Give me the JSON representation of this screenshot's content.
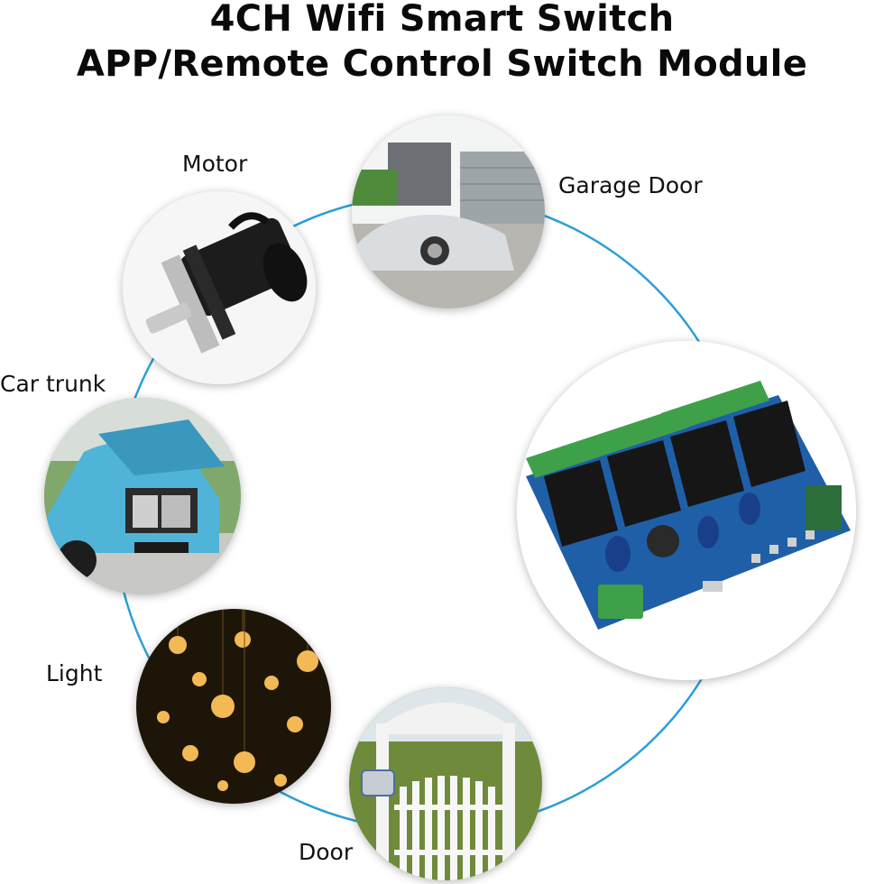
{
  "title": {
    "line1": "4CH Wifi Smart Switch",
    "line2": "APP/Remote Control Switch Module"
  },
  "applications": [
    {
      "label": "Motor",
      "icon": "motor-photo"
    },
    {
      "label": "Garage Door",
      "icon": "garage-door-photo"
    },
    {
      "label": "Car trunk",
      "icon": "car-trunk-photo"
    },
    {
      "label": "Light",
      "icon": "light-bulbs-photo"
    },
    {
      "label": "Door",
      "icon": "garden-gate-photo"
    }
  ],
  "module": {
    "icon": "relay-module-photo"
  },
  "colors": {
    "ring": "#2a9fd6",
    "pcb": "#1f5fa8",
    "terminal": "#3fa04a",
    "relay": "#161616",
    "car": "#4fb4d8"
  }
}
